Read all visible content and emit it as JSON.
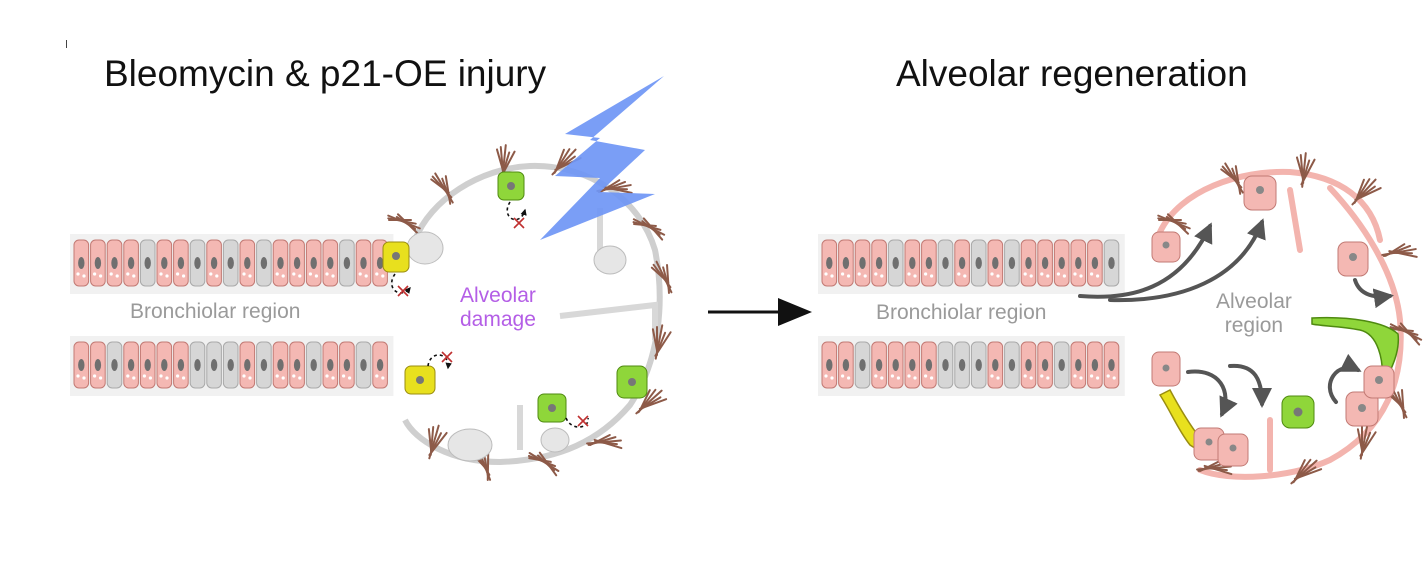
{
  "titles": {
    "left": "Bleomycin & p21-OE injury",
    "right": "Alveolar regeneration"
  },
  "labels": {
    "bronchiolar_left": "Bronchiolar region",
    "bronchiolar_right": "Bronchiolar region",
    "alveolar_damage_line1": "Alveolar",
    "alveolar_damage_line2": "damage",
    "alveolar_region_line1": "Alveolar",
    "alveolar_region_line2": "region"
  },
  "colors": {
    "title_text": "#111111",
    "label_gray": "#9a9a9a",
    "damage_purple": "#b45ee6",
    "club_cell_pink": "#f4b8b3",
    "ciliated_gray": "#d6d6d6",
    "at2_green": "#8fd63a",
    "basal_yellow": "#e8e01e",
    "fibroblast_brown": "#8d5a48",
    "injury_blue": "#6f96f5",
    "arrow_dark": "#555555"
  },
  "icons": {
    "injury": "lightning-bolt-icon",
    "transition": "right-arrow-icon",
    "blocked": "red-x-icon"
  }
}
